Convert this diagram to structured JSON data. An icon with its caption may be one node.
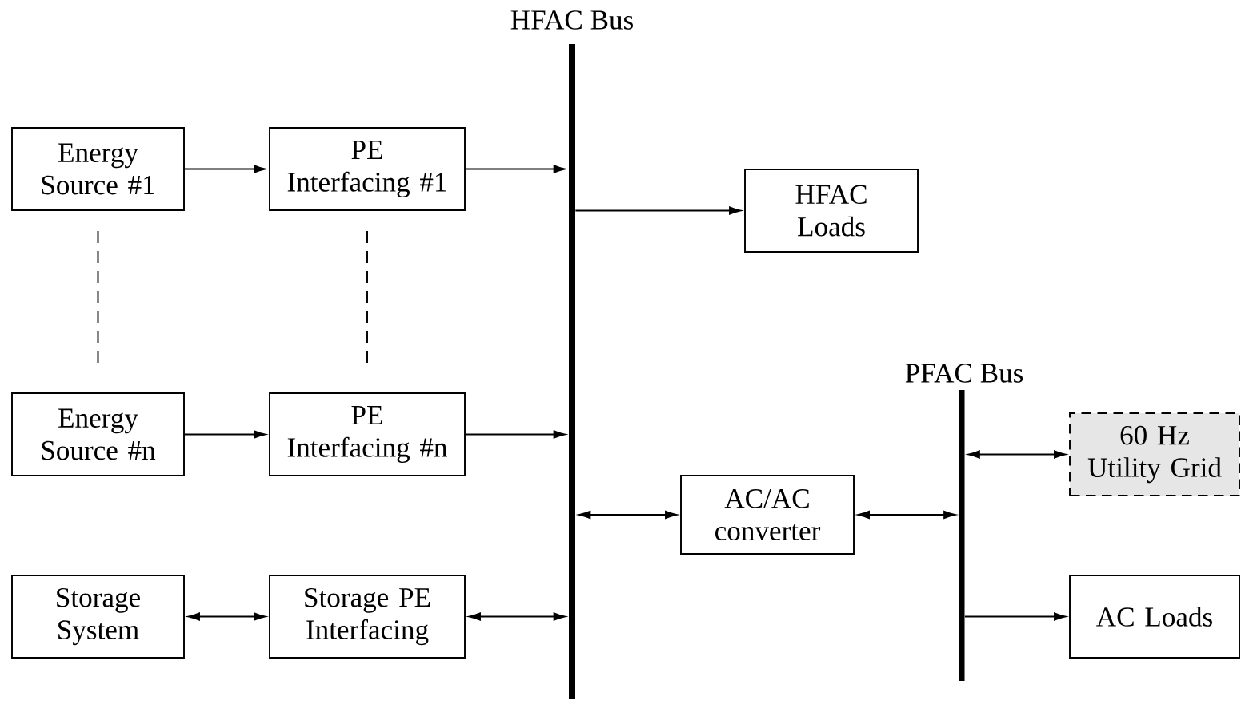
{
  "diagram": {
    "nodes": [
      {
        "text": [
          "Energy Source #1"
        ]
      },
      {
        "text": [
          "PE Interfacing #1"
        ]
      },
      {
        "text": [
          "HFAC Bus"
        ]
      },
      {
        "text": [
          "HFAC Loads"
        ]
      },
      {
        "text": [
          "Energy Source #n"
        ]
      },
      {
        "text": [
          "PE Interfacing #n"
        ]
      },
      {
        "text": [
          "AC/AC converter"
        ]
      },
      {
        "text": [
          "PFAC Bus"
        ]
      },
      {
        "text": [
          "60 Hz Utility Grid"
        ]
      },
      {
        "text": [
          "Storage System"
        ]
      },
      {
        "text": [
          "Storage PE Interfacing"
        ]
      },
      {
        "text": [
          "AC Loads"
        ]
      }
    ],
    "edges": [
      {
        "from": 0,
        "to": 1,
        "arrow": "to"
      },
      {
        "from": 1,
        "to": 2,
        "arrow": "to"
      },
      {
        "from": 2,
        "to": 3,
        "arrow": "to"
      },
      {
        "from": 0,
        "to": 4,
        "arrow": "none",
        "style": "dashed"
      },
      {
        "from": 1,
        "to": 5,
        "arrow": "none",
        "style": "dashed"
      },
      {
        "from": 4,
        "to": 5,
        "arrow": "to"
      },
      {
        "from": 5,
        "to": 2,
        "arrow": "to"
      },
      {
        "from": 2,
        "to": 6,
        "arrow": "both"
      },
      {
        "from": 6,
        "to": 7,
        "arrow": "both"
      },
      {
        "from": 7,
        "to": 8,
        "arrow": "both"
      },
      {
        "from": 9,
        "to": 10,
        "arrow": "both"
      },
      {
        "from": 10,
        "to": 2,
        "arrow": "both"
      },
      {
        "from": 7,
        "to": 11,
        "arrow": "to"
      }
    ]
  }
}
